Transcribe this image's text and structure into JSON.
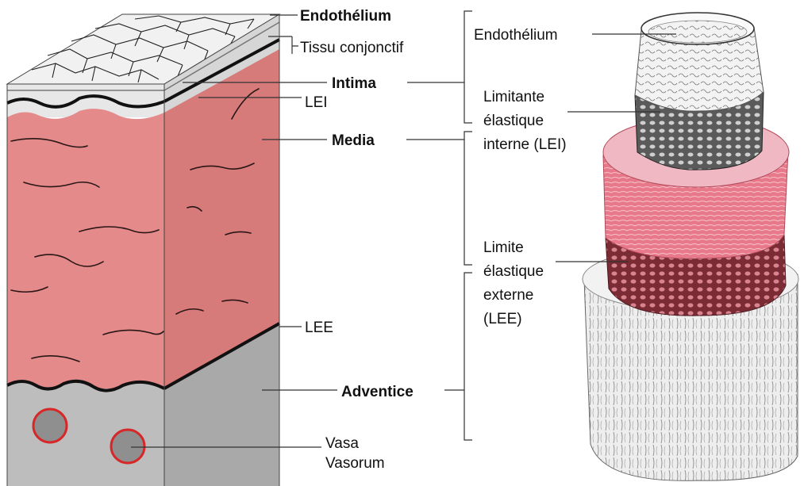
{
  "block_labels": {
    "endothelium": "Endothélium",
    "connective": "Tissu conjonctif",
    "intima": "Intima",
    "lei": "LEI",
    "media": "Media",
    "lee": "LEE",
    "adventice": "Adventice",
    "vasa_line1": "Vasa",
    "vasa_line2": "Vasorum"
  },
  "vessel_labels": {
    "endothelium": "Endothélium",
    "lei_line1": "Limitante",
    "lei_line2": "élastique",
    "lei_line3": "interne (LEI)",
    "lee_line1": "Limite",
    "lee_line2": "élastique",
    "lee_line3": "externe",
    "lee_line4": "(LEE)"
  },
  "colors": {
    "media": "#e48a8a",
    "media_side": "#d77a7a",
    "adventice": "#bdbdbd",
    "adventice_side": "#a9a9a9",
    "intima": "#e8e8e8",
    "vasa_border": "#d62828",
    "vasa_fill": "#8f8f8f"
  }
}
